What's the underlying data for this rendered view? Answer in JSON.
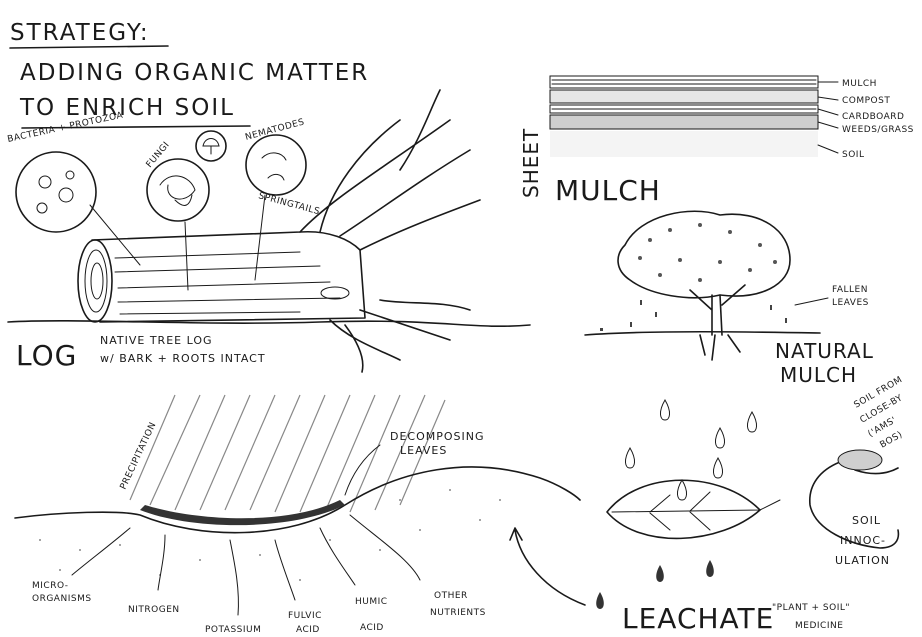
{
  "title": {
    "line1": "STRATEGY:",
    "line2": "ADDING ORGANIC MATTER",
    "line3": "TO ENRICH SOIL"
  },
  "log": {
    "heading": "LOG",
    "caption1": "NATIVE TREE LOG",
    "caption2": "w/ BARK + ROOTS INTACT",
    "bubble_bacteria": "BACTERIA + PROTOZOA",
    "bubble_fungi": "FUNGI",
    "bubble_nematodes": "NEMATODES",
    "bubble_springtails": "SPRINGTAILS"
  },
  "sheet_mulch": {
    "heading_sheet": "SHEET",
    "heading_mulch": "MULCH",
    "layers": [
      "MULCH",
      "COMPOST",
      "CARDBOARD",
      "WEEDS/GRASS",
      "SOIL"
    ]
  },
  "natural_mulch": {
    "label_fallen1": "FALLEN",
    "label_fallen2": "LEAVES",
    "heading1": "NATURAL",
    "heading2": "MULCH"
  },
  "decomposition": {
    "precipitation": "PRECIPITATION",
    "decomposing1": "DECOMPOSING",
    "decomposing2": "LEAVES",
    "micro1": "MICRO-",
    "micro2": "ORGANISMS",
    "nitrogen": "NITROGEN",
    "potassium": "POTASSIUM",
    "fulvic1": "FULVIC",
    "fulvic2": "ACID",
    "humic1": "HUMIC",
    "humic2": "ACID",
    "other1": "OTHER",
    "other2": "NUTRIENTS"
  },
  "leachate": {
    "heading": "LEACHATE",
    "medicine1": "\"PLANT + SOIL\"",
    "medicine2": "MEDICINE",
    "soil_from1": "SOIL FROM",
    "soil_from2": "CLOSE-BY",
    "soil_from3": "('AMS'",
    "soil_from4": "BOS)",
    "inoc1": "SOIL",
    "inoc2": "INNOC-",
    "inoc3": "ULATION"
  }
}
